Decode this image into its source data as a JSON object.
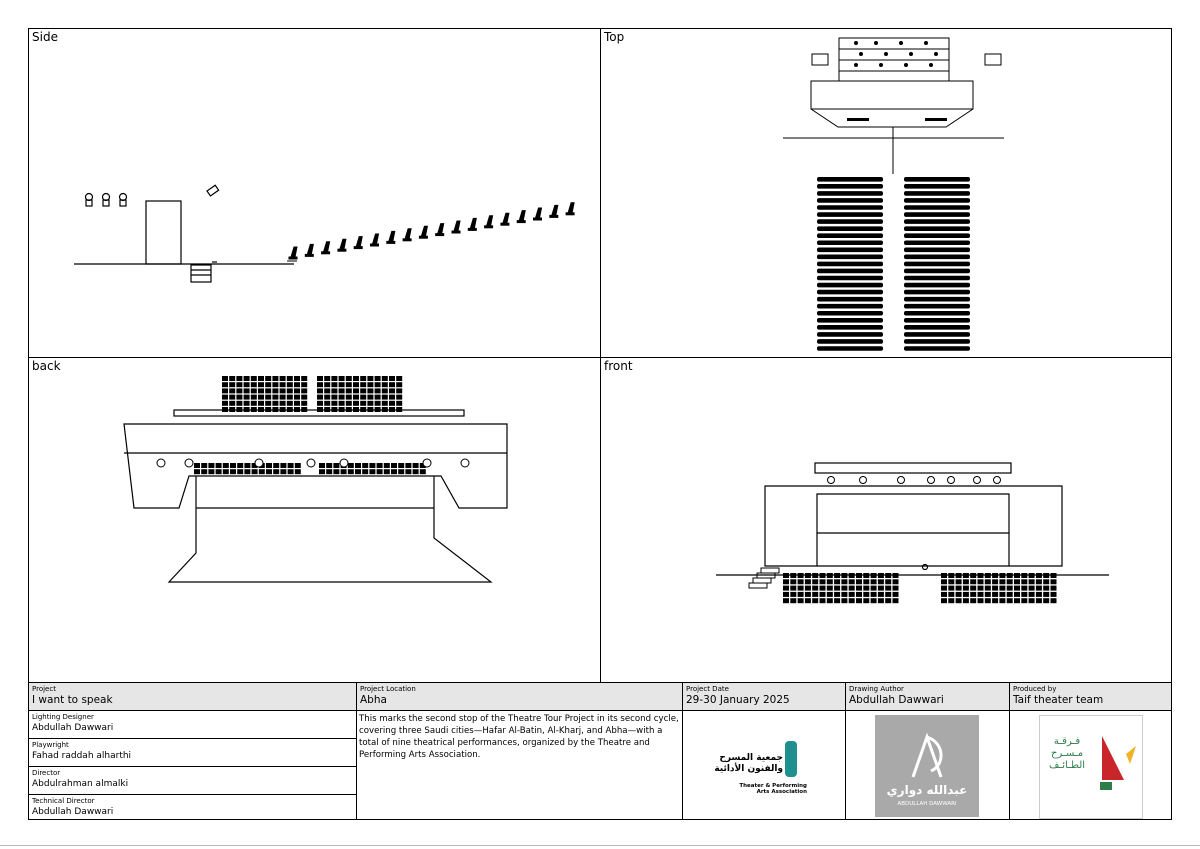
{
  "views": {
    "side": "Side",
    "top": "Top",
    "back": "back",
    "front": "front"
  },
  "title_block": {
    "project": {
      "label": "Project",
      "value": "I want to speak"
    },
    "location": {
      "label": "Project Location",
      "value": "Abha"
    },
    "date": {
      "label": "Project Date",
      "value": "29-30 January 2025"
    },
    "author": {
      "label": "Drawing Author",
      "value": "Abdullah Dawwari"
    },
    "produced": {
      "label": "Produced by",
      "value": "Taif theater team"
    },
    "crew": [
      {
        "role": "Lighting Designer",
        "name": "Abdullah Dawwari"
      },
      {
        "role": "Playwright",
        "name": "Fahad raddah alharthi"
      },
      {
        "role": "Director",
        "name": "Abdulrahman almalki"
      },
      {
        "role": "Technical Director",
        "name": "Abdullah Dawwari"
      }
    ],
    "description": "This marks the second stop of the Theatre Tour Project in its second cycle, covering three Saudi cities—Hafar Al-Batin, Al-Kharj, and Abha—with a total of nine theatrical performances, organized by the Theatre and Performing Arts Association.",
    "logos": {
      "association": {
        "arabic_line1": "جمعية المسرح",
        "arabic_line2": "والفنون الأدائية",
        "english_line1": "Theater & Performing",
        "english_line2": "Arts Association",
        "accent": "#1f8f8f"
      },
      "author": {
        "arabic": "عبدالله دواري",
        "english": "ABDULLAH DAWWARI",
        "bg": "#a9a9a9"
      },
      "taif": {
        "arabic_line1": "فـرقـة",
        "arabic_line2": "مـسـرح",
        "arabic_line3": "الطـائـف",
        "red": "#c9262c",
        "yellow": "#f0b323",
        "green": "#2e7d4a"
      }
    }
  }
}
